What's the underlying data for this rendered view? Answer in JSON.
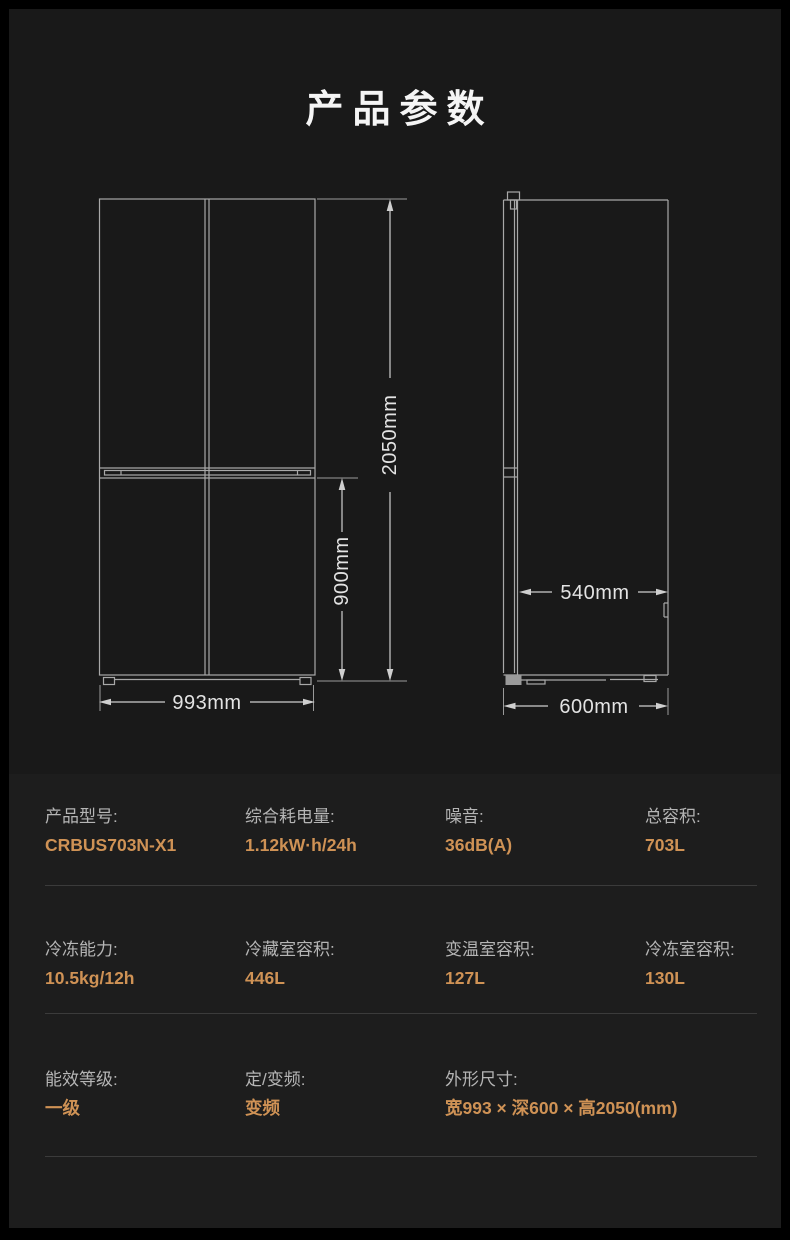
{
  "page": {
    "title": "产品参数"
  },
  "diagram": {
    "front_view": {
      "total_height_label": "2050mm",
      "lower_section_height_label": "900mm",
      "width_label": "993mm"
    },
    "side_view": {
      "body_depth_label": "540mm",
      "total_depth_label": "600mm"
    }
  },
  "specs": {
    "rows": [
      [
        {
          "label": "产品型号:",
          "value": "CRBUS703N-X1"
        },
        {
          "label": "综合耗电量:",
          "value": "1.12kW·h/24h"
        },
        {
          "label": "噪音:",
          "value": "36dB(A)"
        },
        {
          "label": "总容积:",
          "value": "703L"
        }
      ],
      [
        {
          "label": "冷冻能力:",
          "value": "10.5kg/12h"
        },
        {
          "label": "冷藏室容积:",
          "value": "446L"
        },
        {
          "label": "变温室容积:",
          "value": "127L"
        },
        {
          "label": "冷冻室容积:",
          "value": "130L"
        }
      ],
      [
        {
          "label": "能效等级:",
          "value": "一级"
        },
        {
          "label": "定/变频:",
          "value": "变频"
        },
        {
          "label": "外形尺寸:",
          "value": "宽993 × 深600 × 高2050(mm)"
        }
      ]
    ]
  },
  "colors": {
    "accent_orange": "#cf9255",
    "label_gray": "#b5b5b5",
    "line_gray": "#a8a8a8",
    "background_dark": "#191919",
    "background_spec": "#1d1d1d",
    "divider": "#3b3b3b"
  }
}
